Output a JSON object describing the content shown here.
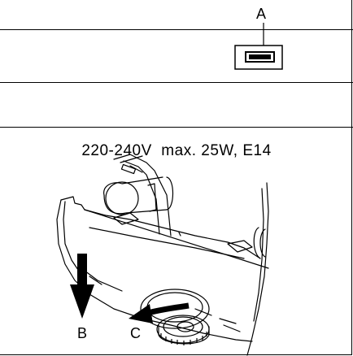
{
  "callouts": {
    "a": "A",
    "b": "B",
    "c": "C"
  },
  "spec_text": "220-240V  max. 25W, E14",
  "icons": {
    "switch": "rocker-switch-icon",
    "lamp": "bulb-replacement-illustration"
  }
}
